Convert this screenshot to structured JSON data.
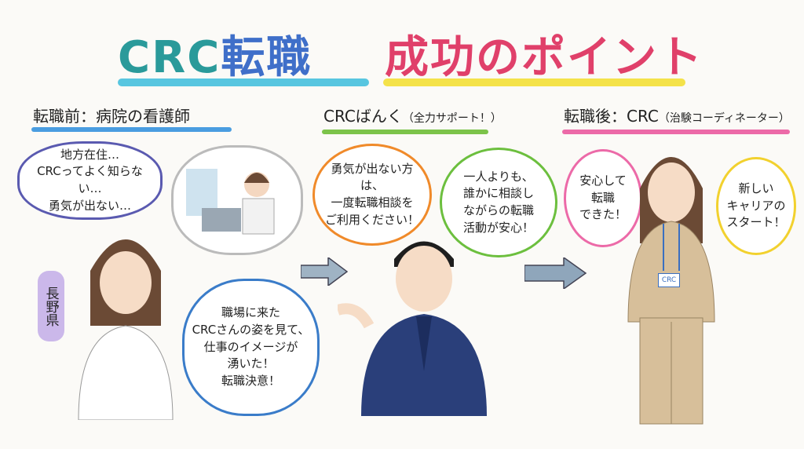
{
  "title": {
    "part1_crc": "CRC",
    "part1_rest": "転職",
    "part2": "成功のポイント"
  },
  "colors": {
    "before": "#4a9de0",
    "crcbank": "#7cc34a",
    "after": "#ec6aa8",
    "title_underline_left": "#58c6e0",
    "title_underline_right": "#f4e24a"
  },
  "before": {
    "heading": "転職前：病院の看護師",
    "cloud1": "地方在住…\nCRCってよく知らない…\n勇気が出ない…",
    "prefecture": "長野県",
    "cloud2": "職場に来た\nCRCさんの姿を見て、\n仕事のイメージが\n湧いた！\n転職決意！"
  },
  "crcbank": {
    "heading": "CRCばんく",
    "heading_sub": "（全力サポート！）",
    "bubble1": "勇気が出ない方は、\n一度転職相談を\nご利用ください！",
    "bubble2": "一人よりも、\n誰かに相談し\nながらの転職\n活動が安心！"
  },
  "after": {
    "heading": "転職後：CRC",
    "heading_sub": "（治験コーディネーター）",
    "bubble1": "安心して\n転職\nできた！",
    "bubble2": "新しい\nキャリアの\nスタート！",
    "badge": "CRC"
  }
}
